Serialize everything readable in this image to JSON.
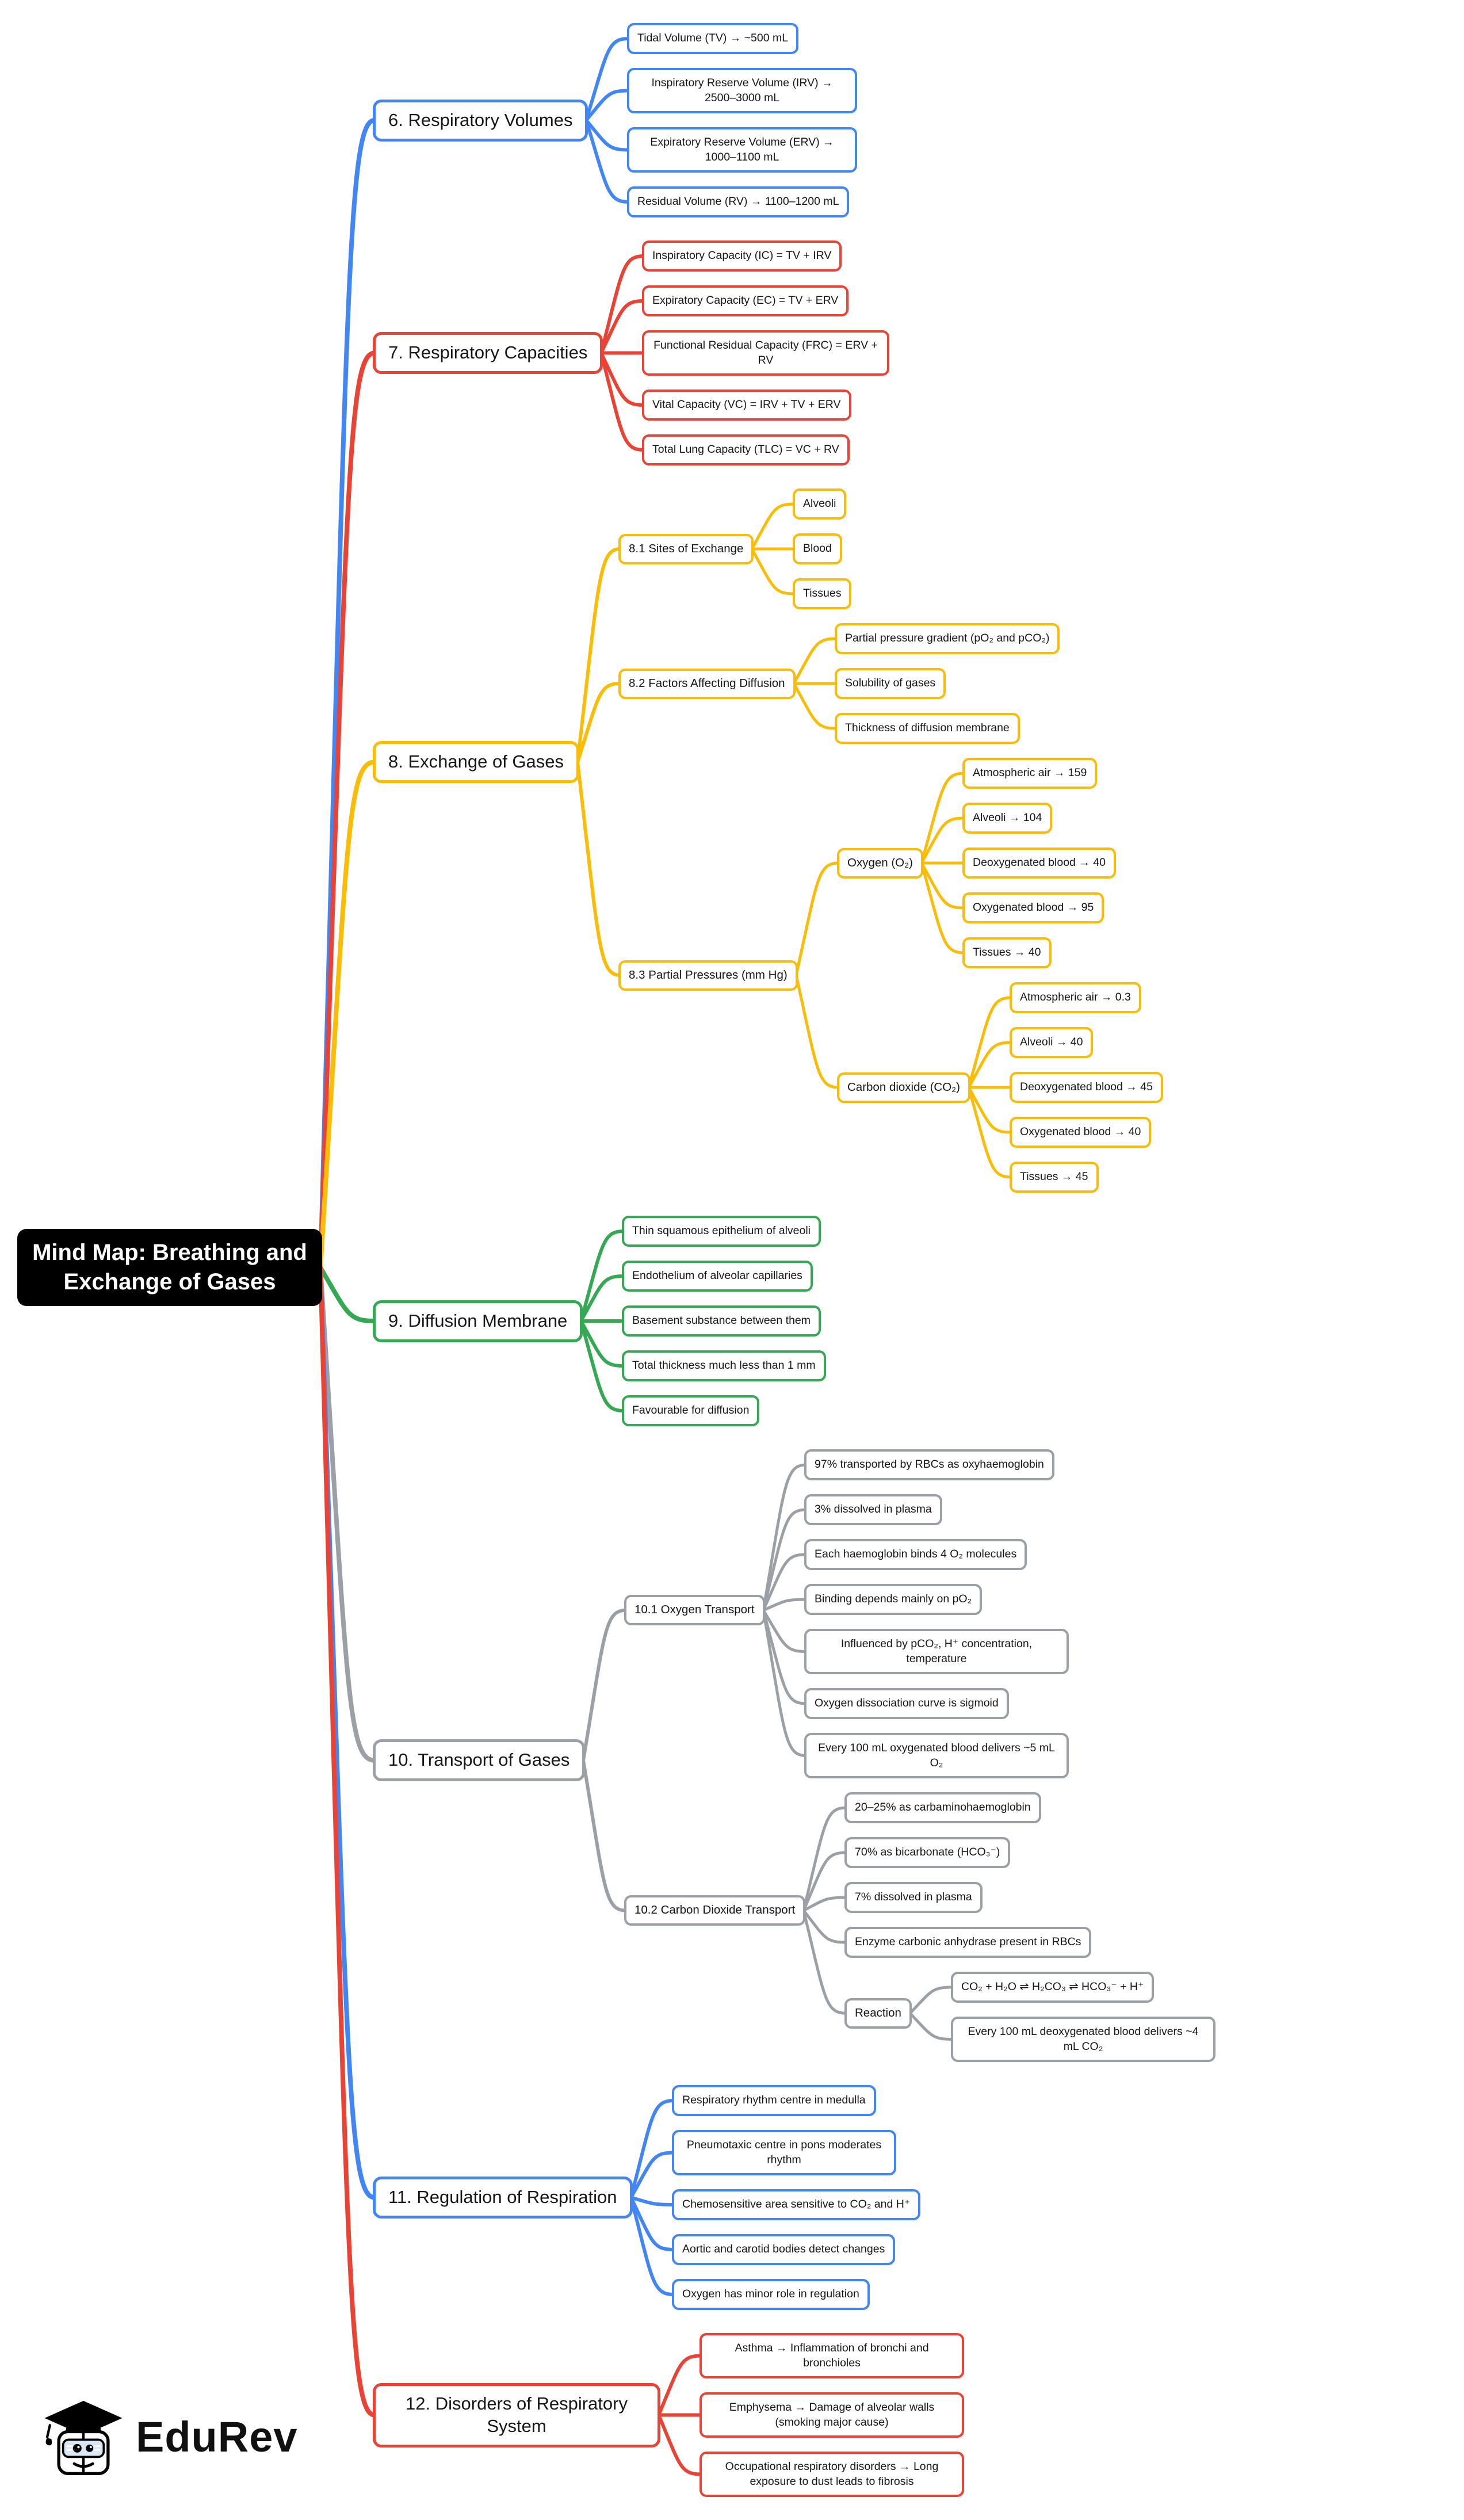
{
  "page": {
    "background": "#FFFFFF"
  },
  "colors": {
    "blue": "#4285F4",
    "red": "#EA4335",
    "yellow": "#FBBC05",
    "green": "#34A853",
    "gray": "#9AA0A6"
  },
  "map": {
    "root": {
      "label": "Mind Map: Breathing and Exchange of Gases"
    },
    "branches": [
      {
        "label": "6. Respiratory Volumes",
        "color": "blue",
        "children": [
          {
            "label": "Tidal Volume (TV) → ~500 mL"
          },
          {
            "label": "Inspiratory Reserve Volume (IRV) → 2500–3000 mL"
          },
          {
            "label": "Expiratory Reserve Volume (ERV) → 1000–1100 mL"
          },
          {
            "label": "Residual Volume (RV) → 1100–1200 mL"
          }
        ]
      },
      {
        "label": "7. Respiratory Capacities",
        "color": "red",
        "children": [
          {
            "label": "Inspiratory Capacity (IC) = TV + IRV"
          },
          {
            "label": "Expiratory Capacity (EC) = TV + ERV"
          },
          {
            "label": "Functional Residual Capacity (FRC) = ERV + RV"
          },
          {
            "label": "Vital Capacity (VC) = IRV + TV + ERV"
          },
          {
            "label": "Total Lung Capacity (TLC) = VC + RV"
          }
        ]
      },
      {
        "label": "8. Exchange of Gases",
        "color": "yellow",
        "children": [
          {
            "label": "8.1 Sites of Exchange",
            "children": [
              {
                "label": "Alveoli"
              },
              {
                "label": "Blood"
              },
              {
                "label": "Tissues"
              }
            ]
          },
          {
            "label": "8.2 Factors Affecting Diffusion",
            "children": [
              {
                "label": "Partial pressure gradient (pO₂ and pCO₂)"
              },
              {
                "label": "Solubility of gases"
              },
              {
                "label": "Thickness of diffusion membrane"
              }
            ]
          },
          {
            "label": "8.3 Partial Pressures (mm Hg)",
            "children": [
              {
                "label": "Oxygen (O₂)",
                "children": [
                  {
                    "label": "Atmospheric air → 159"
                  },
                  {
                    "label": "Alveoli → 104"
                  },
                  {
                    "label": "Deoxygenated blood → 40"
                  },
                  {
                    "label": "Oxygenated blood → 95"
                  },
                  {
                    "label": "Tissues → 40"
                  }
                ]
              },
              {
                "label": "Carbon dioxide (CO₂)",
                "children": [
                  {
                    "label": "Atmospheric air → 0.3"
                  },
                  {
                    "label": "Alveoli → 40"
                  },
                  {
                    "label": "Deoxygenated blood → 45"
                  },
                  {
                    "label": "Oxygenated blood → 40"
                  },
                  {
                    "label": "Tissues → 45"
                  }
                ]
              }
            ]
          }
        ]
      },
      {
        "label": "9. Diffusion Membrane",
        "color": "green",
        "children": [
          {
            "label": "Thin squamous epithelium of alveoli"
          },
          {
            "label": "Endothelium of alveolar capillaries"
          },
          {
            "label": "Basement substance between them"
          },
          {
            "label": "Total thickness much less than 1 mm"
          },
          {
            "label": "Favourable for diffusion"
          }
        ]
      },
      {
        "label": "10. Transport of Gases",
        "color": "gray",
        "children": [
          {
            "label": "10.1 Oxygen Transport",
            "children": [
              {
                "label": "97% transported by RBCs as oxyhaemoglobin"
              },
              {
                "label": "3% dissolved in plasma"
              },
              {
                "label": "Each haemoglobin binds 4 O₂ molecules"
              },
              {
                "label": "Binding depends mainly on pO₂"
              },
              {
                "label": "Influenced by pCO₂, H⁺ concentration, temperature"
              },
              {
                "label": "Oxygen dissociation curve is sigmoid"
              },
              {
                "label": "Every 100 mL oxygenated blood delivers ~5 mL O₂"
              }
            ]
          },
          {
            "label": "10.2 Carbon Dioxide Transport",
            "children": [
              {
                "label": "20–25% as carbaminohaemoglobin"
              },
              {
                "label": "70% as bicarbonate (HCO₃⁻)"
              },
              {
                "label": "7% dissolved in plasma"
              },
              {
                "label": "Enzyme carbonic anhydrase present in RBCs"
              },
              {
                "label": "Reaction",
                "children": [
                  {
                    "label": "CO₂ + H₂O ⇌ H₂CO₃ ⇌ HCO₃⁻ + H⁺"
                  },
                  {
                    "label": "Every 100 mL deoxygenated blood delivers ~4 mL CO₂"
                  }
                ]
              }
            ]
          }
        ]
      },
      {
        "label": "11. Regulation of Respiration",
        "color": "blue",
        "children": [
          {
            "label": "Respiratory rhythm centre in medulla"
          },
          {
            "label": "Pneumotaxic centre in pons moderates rhythm"
          },
          {
            "label": "Chemosensitive area sensitive to CO₂ and H⁺"
          },
          {
            "label": "Aortic and carotid bodies detect changes"
          },
          {
            "label": "Oxygen has minor role in regulation"
          }
        ]
      },
      {
        "label": "12. Disorders of Respiratory System",
        "color": "red",
        "children": [
          {
            "label": "Asthma → Inflammation of bronchi and bronchioles"
          },
          {
            "label": "Emphysema → Damage of alveolar walls (smoking major cause)"
          },
          {
            "label": "Occupational respiratory disorders → Long exposure to dust leads to fibrosis"
          }
        ]
      }
    ]
  },
  "footer": {
    "brand": "EduRev"
  }
}
